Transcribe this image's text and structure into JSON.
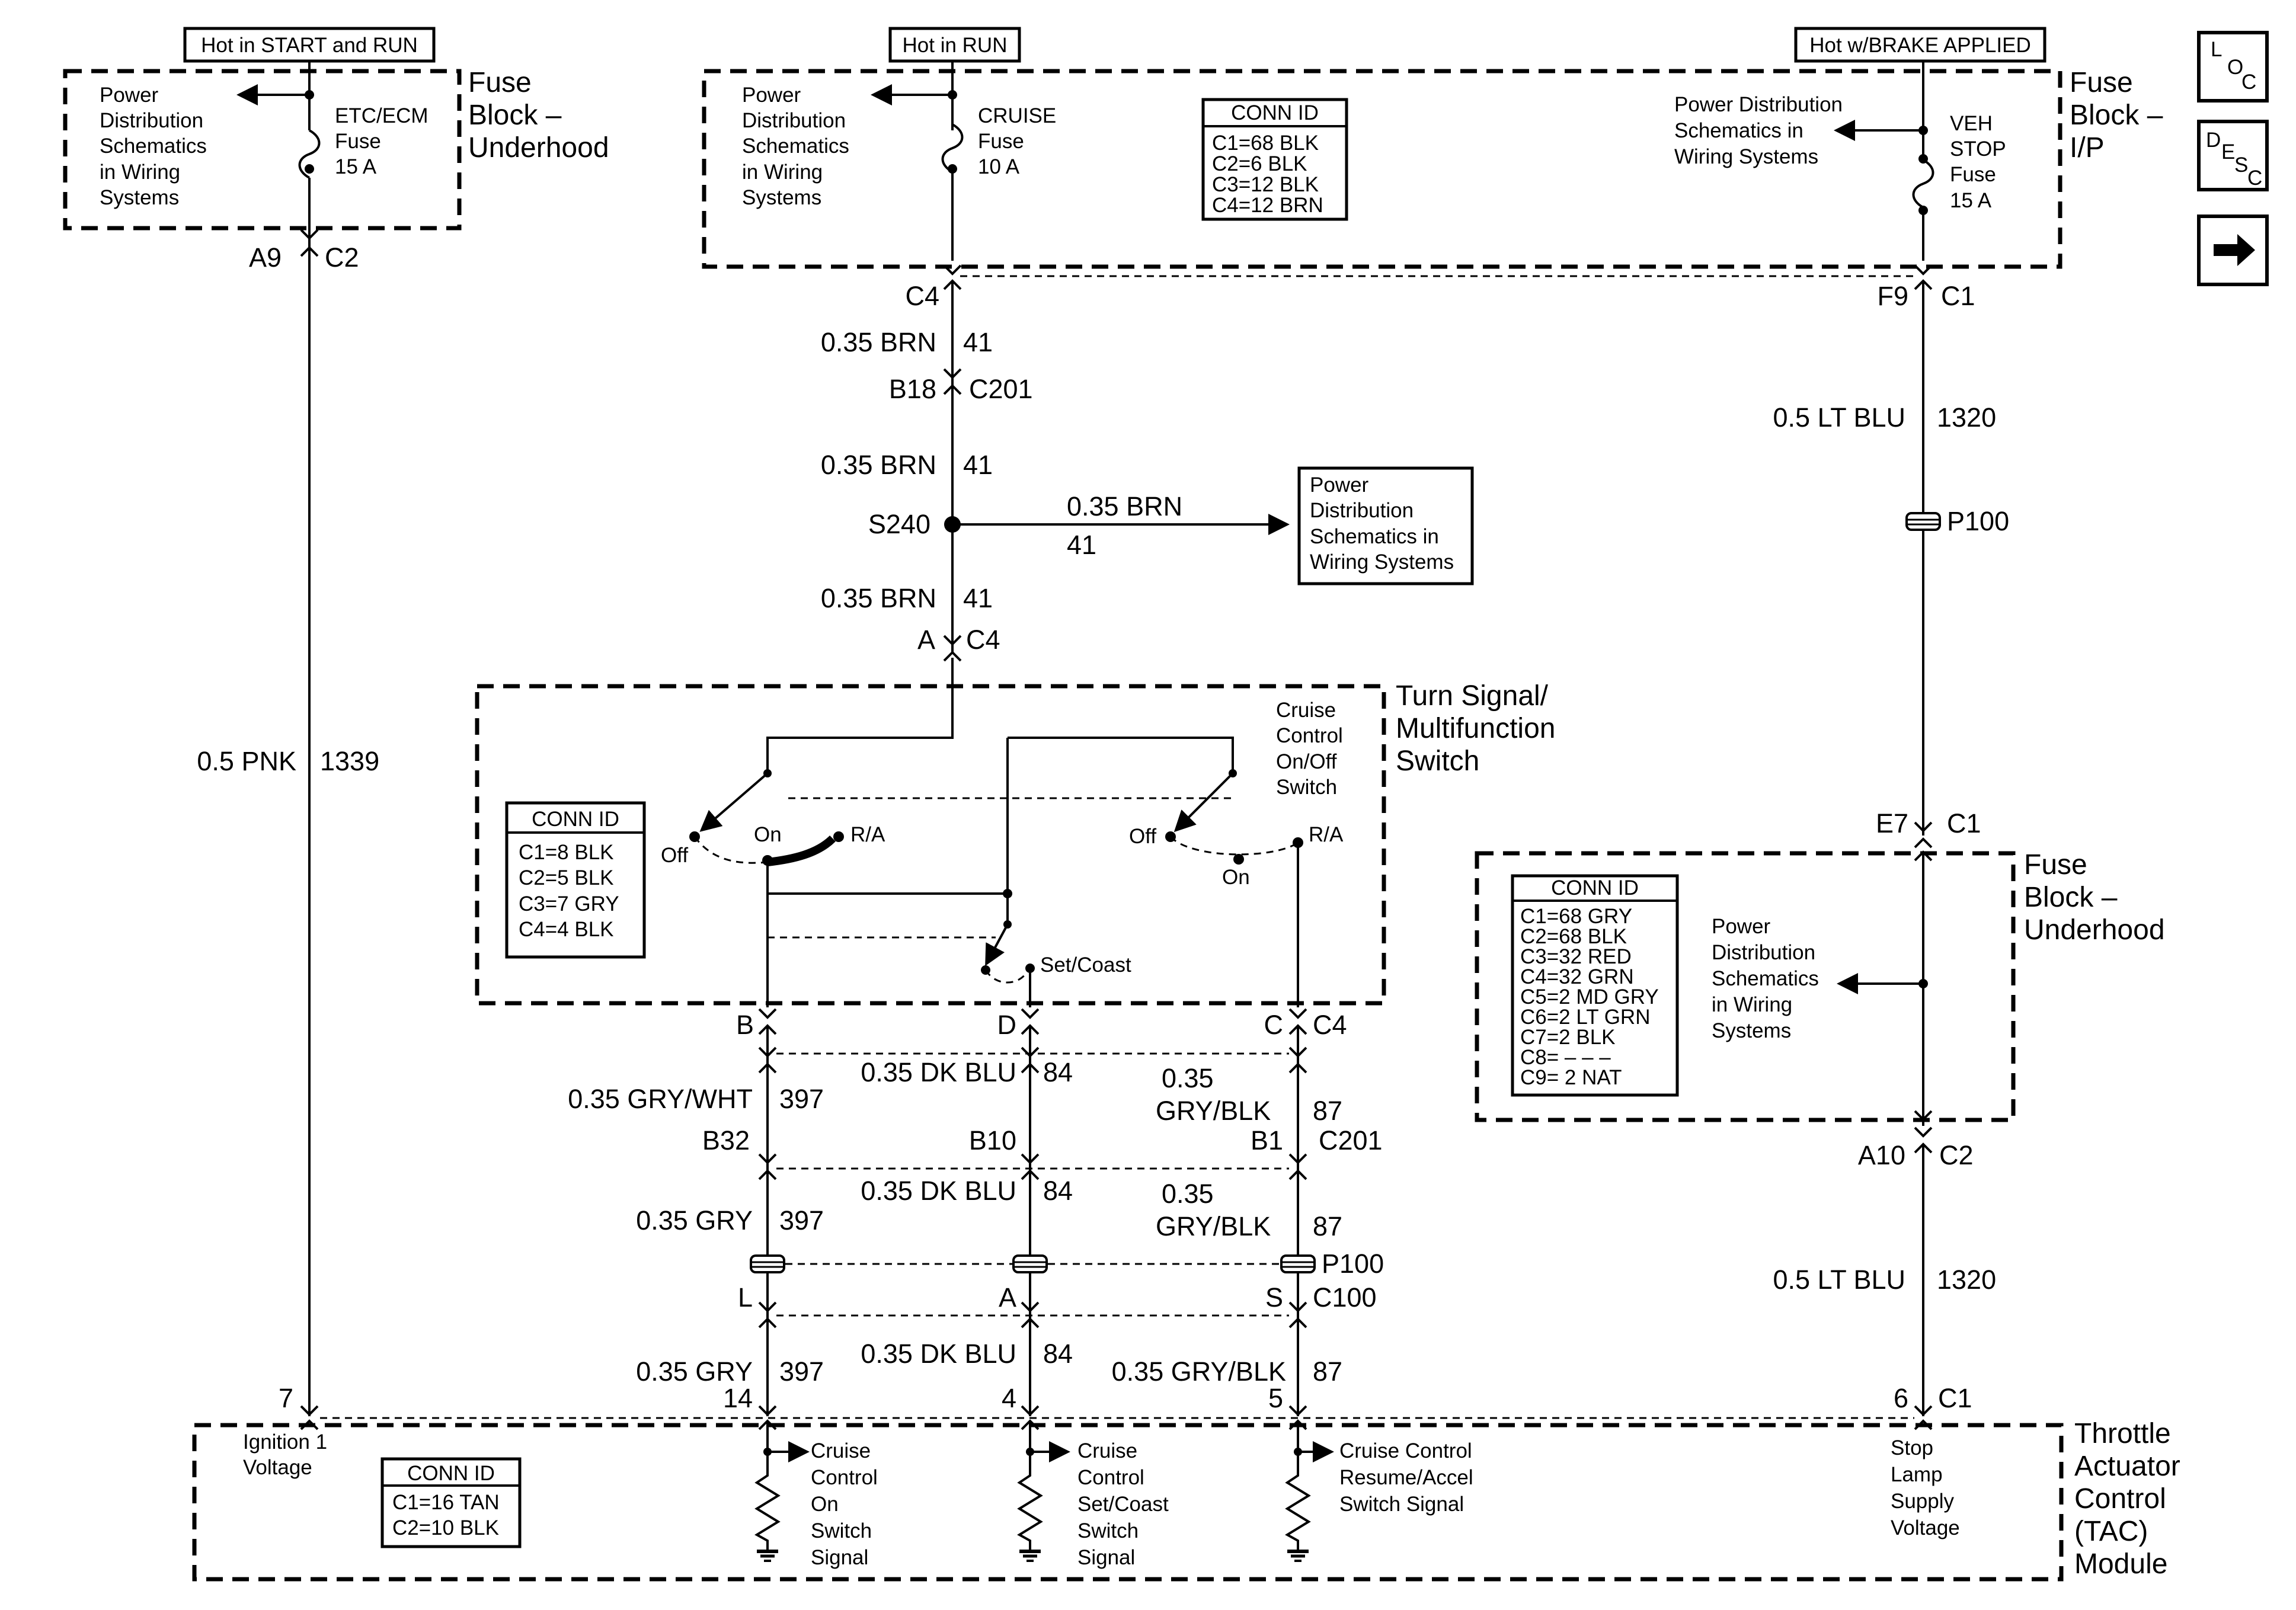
{
  "power_feeds": {
    "start_run": "Hot in START and RUN",
    "run": "Hot in RUN",
    "brake": "Hot w/BRAKE APPLIED"
  },
  "fuse_blocks": {
    "underhood_top": [
      "Fuse",
      "Block –",
      "Underhood"
    ],
    "ip": [
      "Fuse",
      "Block –",
      "I/P"
    ],
    "underhood_right": [
      "Fuse",
      "Block –",
      "Underhood"
    ]
  },
  "power_distribution_lines": [
    "Power",
    "Distribution",
    "Schematics",
    "in Wiring",
    "Systems"
  ],
  "power_distribution_ip_right": [
    "Power Distribution",
    "Schematics in",
    "Wiring Systems"
  ],
  "power_distribution_s240": [
    "Power",
    "Distribution",
    "Schematics in",
    "Wiring Systems"
  ],
  "power_distribution_underhood_right": [
    "Power",
    "Distribution",
    "Schematics",
    "in Wiring",
    "Systems"
  ],
  "fuses": {
    "etc_ecm": [
      "ETC/ECM",
      "Fuse",
      "15 A"
    ],
    "cruise": [
      "CRUISE",
      "Fuse",
      "10 A"
    ],
    "veh_stop": [
      "VEH",
      "STOP",
      "Fuse",
      "15 A"
    ]
  },
  "conn_ids": {
    "ip": {
      "title": "CONN ID",
      "rows": [
        "C1=68 BLK",
        "C2=6 BLK",
        "C3=12 BLK",
        "C4=12 BRN"
      ]
    },
    "switch": {
      "title": "CONN ID",
      "rows": [
        "C1=8 BLK",
        "C2=5 BLK",
        "C3=7 GRY",
        "C4=4 BLK"
      ]
    },
    "underhood": {
      "title": "CONN ID",
      "rows": [
        "C1=68 GRY",
        "C2=68 BLK",
        "C3=32 RED",
        "C4=32 GRN",
        "C5=2 MD GRY",
        "C6=2 LT GRN",
        "C7=2 BLK",
        "C8= – – –",
        "C9= 2 NAT"
      ]
    },
    "tac": {
      "title": "CONN ID",
      "rows": [
        "C1=16 TAN",
        "C2=10 BLK"
      ]
    }
  },
  "wires": {
    "pnk_color": "0.5 PNK",
    "pnk_circuit": "1339",
    "brn_color": "0.35 BRN",
    "brn_circuit": "41",
    "lt_blu_color": "0.5 LT BLU",
    "lt_blu_circuit": "1320",
    "gry_wht_color": "0.35 GRY/WHT",
    "gry_wht_circuit": "397",
    "gry_color": "0.35 GRY",
    "gry_circuit": "397",
    "dk_blu_color": "0.35 DK BLU",
    "dk_blu_circuit": "84",
    "gry_blk_color_a": "0.35",
    "gry_blk_color_b": "GRY/BLK",
    "gry_blk_color": "0.35 GRY/BLK",
    "gry_blk_circuit": "87"
  },
  "connectors": {
    "a9": "A9",
    "c2": "C2",
    "c4": "C4",
    "f9": "F9",
    "c1": "C1",
    "b18": "B18",
    "c201": "C201",
    "s240": "S240",
    "a": "A",
    "p100": "P100",
    "e7": "E7",
    "a10": "A10",
    "b": "B",
    "d": "D",
    "c": "C",
    "b32": "B32",
    "b10": "B10",
    "b1": "B1",
    "l": "L",
    "s": "S",
    "c100": "C100",
    "pin7": "7",
    "pin14": "14",
    "pin4": "4",
    "pin5": "5",
    "pin6": "6"
  },
  "switch": {
    "title": [
      "Turn Signal/",
      "Multifunction",
      "Switch"
    ],
    "cruise_label": [
      "Cruise",
      "Control",
      "On/Off",
      "Switch"
    ],
    "off": "Off",
    "on": "On",
    "ra": "R/A",
    "set_coast": "Set/Coast"
  },
  "tac": {
    "title": [
      "Throttle",
      "Actuator",
      "Control",
      "(TAC)",
      "Module"
    ],
    "ignition": [
      "Ignition 1",
      "Voltage"
    ],
    "on_signal": [
      "Cruise",
      "Control",
      "On",
      "Switch",
      "Signal"
    ],
    "set_signal": [
      "Cruise",
      "Control",
      "Set/Coast",
      "Switch",
      "Signal"
    ],
    "resume_signal": [
      "Cruise Control",
      "Resume/Accel",
      "Switch Signal"
    ],
    "stop_lamp": [
      "Stop",
      "Lamp",
      "Supply",
      "Voltage"
    ]
  },
  "nav": {
    "loc": [
      "L",
      "O",
      "C"
    ],
    "desc": [
      "D",
      "E",
      "S",
      "C"
    ],
    "next_icon": "arrow-right"
  }
}
